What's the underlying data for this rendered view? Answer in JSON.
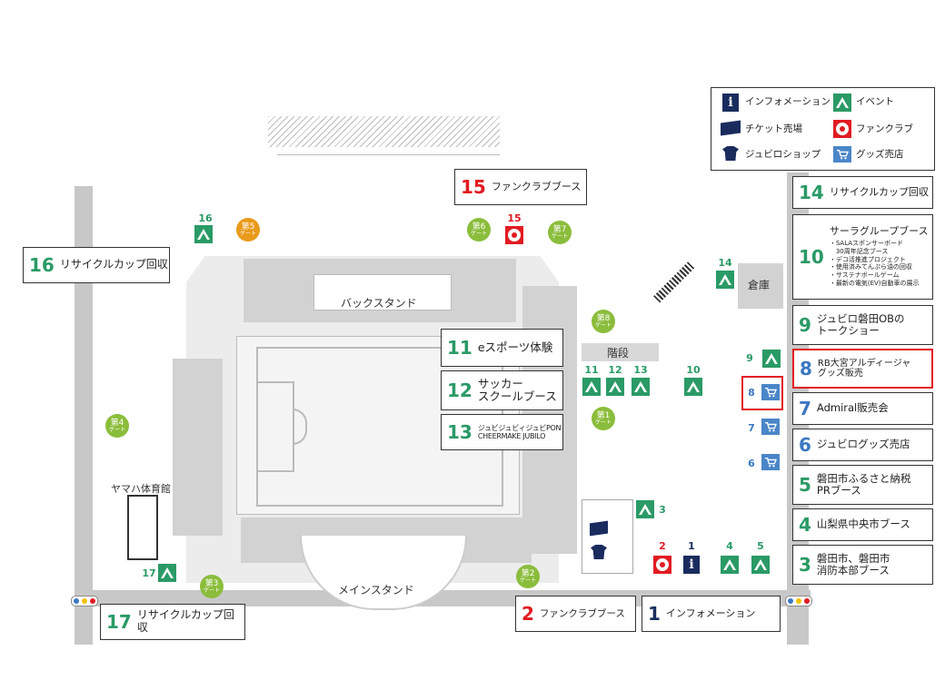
{
  "legend": {
    "items": [
      {
        "icon": "info-icon",
        "label": "インフォメーション"
      },
      {
        "icon": "event-icon",
        "label": "イベント"
      },
      {
        "icon": "ticket-icon",
        "label": "チケット売場"
      },
      {
        "icon": "fanclub-icon",
        "label": "ファンクラブ"
      },
      {
        "icon": "shop-icon",
        "label": "ジュビロショップ"
      },
      {
        "icon": "goods-cart-icon",
        "label": "グッズ売店"
      }
    ]
  },
  "colors": {
    "event": "#2a9a66",
    "fanclub": "#e11b22",
    "goods": "#3a78c2",
    "info": "#1a2c5e",
    "gate": "#8bbd3c",
    "gate_alt": "#e99a1a",
    "highlight": "#e11b22"
  },
  "booths": {
    "b15": {
      "num": "15",
      "label": "ファンクラブブース"
    },
    "b16": {
      "num": "16",
      "label": "リサイクルカップ回収"
    },
    "b17": {
      "num": "17",
      "label": "リサイクルカップ回収"
    },
    "b11": {
      "num": "11",
      "label": "eスポーツ体験"
    },
    "b12": {
      "num": "12",
      "label1": "サッカー",
      "label2": "スクールブース"
    },
    "b13": {
      "num": "13",
      "label1": "ジュビジュビィジュビPON",
      "label2": "CHEERMAKE JUBILO"
    },
    "b2": {
      "num": "2",
      "label": "ファンクラブブース"
    },
    "b1": {
      "num": "1",
      "label": "インフォメーション"
    },
    "r14": {
      "num": "14",
      "label": "リサイクルカップ回収"
    },
    "r10": {
      "num": "10",
      "title": "サーラグループブース",
      "lines": [
        "・SALAスポンサーボード",
        "　30周年記念ブース",
        "・デコ活推進プロジェクト",
        "・使用済みてんぷら油の回収",
        "・サステナボールゲーム",
        "・最新の電気(EV)自動車の展示"
      ]
    },
    "r9": {
      "num": "9",
      "label1": "ジュビロ磐田OBの",
      "label2": "トークショー"
    },
    "r8": {
      "num": "8",
      "label1": "RB大宮アルディージャ",
      "label2": "グッズ販売"
    },
    "r7": {
      "num": "7",
      "label": "Admiral販売会"
    },
    "r6": {
      "num": "6",
      "label": "ジュビログッズ売店"
    },
    "r5": {
      "num": "5",
      "label1": "磐田市ふるさと納税",
      "label2": "PRブース"
    },
    "r4": {
      "num": "4",
      "label": "山梨県中央市ブース"
    },
    "r3": {
      "num": "3",
      "label1": "磐田市、磐田市",
      "label2": "消防本部ブース"
    }
  },
  "map_labels": {
    "back_stand": "バックスタンド",
    "main_stand": "メインスタンド",
    "kaidan": "階段",
    "souko": "倉庫",
    "yamaha_gym": "ヤマハ体育館"
  },
  "gates": {
    "g1": {
      "line1": "第1",
      "line2": "ゲート"
    },
    "g2": {
      "line1": "第2",
      "line2": "ゲート"
    },
    "g3": {
      "line1": "第3",
      "line2": "ゲート"
    },
    "g4": {
      "line1": "第4",
      "line2": "ゲート"
    },
    "g5": {
      "line1": "第5",
      "line2": "ゲート"
    },
    "g6": {
      "line1": "第6",
      "line2": "ゲート"
    },
    "g7": {
      "line1": "第7",
      "line2": "ゲート"
    },
    "g8": {
      "line1": "第8",
      "line2": "ゲート"
    }
  },
  "markers": {
    "m16": "16",
    "m15": "15",
    "m14": "14",
    "m11": "11",
    "m12": "12",
    "m13": "13",
    "m10": "10",
    "m9": "9",
    "m8": "8",
    "m7": "7",
    "m6": "6",
    "m3": "3",
    "m2": "2",
    "m1": "1",
    "m4": "4",
    "m5": "5",
    "m17": "17"
  }
}
